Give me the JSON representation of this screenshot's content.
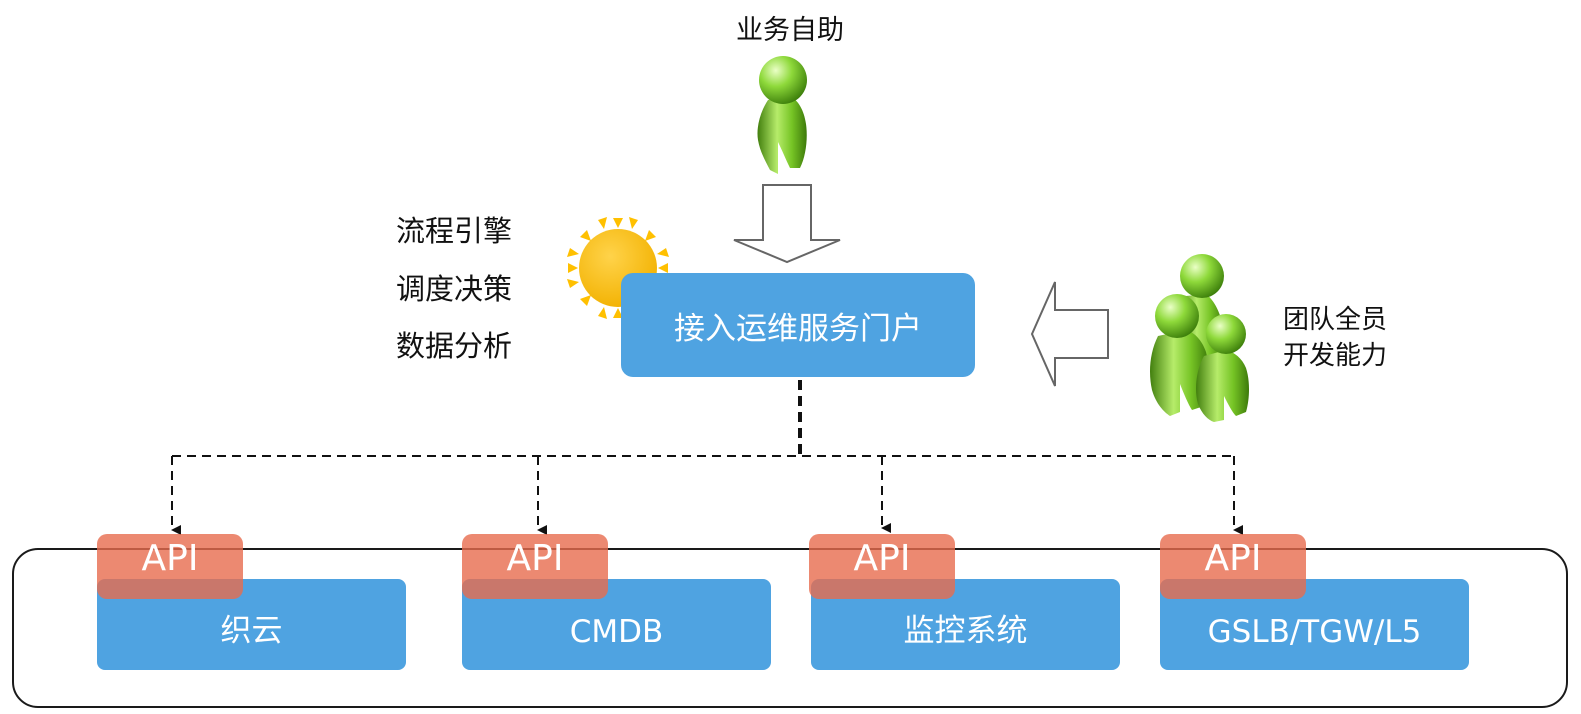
{
  "top_user": {
    "label": "业务自助"
  },
  "engine": {
    "lines": [
      "流程引擎",
      "调度决策",
      "数据分析"
    ]
  },
  "portal": {
    "label": "接入运维服务门户"
  },
  "team": {
    "lines": [
      "团队全员",
      "开发能力"
    ]
  },
  "systems": [
    {
      "name": "织云",
      "api": "API"
    },
    {
      "name": "CMDB",
      "api": "API"
    },
    {
      "name": "监控系统",
      "api": "API"
    },
    {
      "name": "GSLB/TGW/L5",
      "api": "API"
    }
  ],
  "colors": {
    "box_blue": "#4fa3e1",
    "api_salmon": "#e76b4e",
    "person_green": "#6fc41e",
    "sun_yellow": "#ffc000"
  },
  "icons": [
    "single-user-icon",
    "sun-gear-icon",
    "user-group-icon",
    "hollow-down-arrow-icon",
    "hollow-left-arrow-icon"
  ]
}
